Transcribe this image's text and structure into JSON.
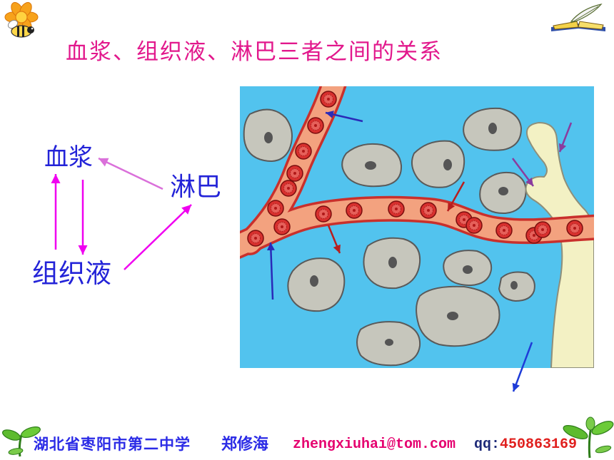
{
  "slide": {
    "title": "血浆、组织液、淋巴三者之间的关系",
    "icons": {
      "top_left": "flower-bee-icon",
      "top_right": "quill-book-icon",
      "footer": "sprout-icon"
    }
  },
  "relation_diagram": {
    "plasma": "血浆",
    "lymph": "淋巴",
    "tissue_fluid": "组织液"
  },
  "footer": {
    "school": "湖北省枣阳市第二中学",
    "author": "郑修海",
    "email": "zhengxiuhai@tom.com",
    "qq_label": "qq:",
    "qq_number": "450863169"
  },
  "colors": {
    "title": "#E2188C",
    "diagram_label": "#2323D8",
    "diagram_arrow": "#F000F0",
    "illustration_background": "#52C3EE",
    "capillary": "#F3A27F",
    "red_blood_cell": "#D8302E",
    "lymph_vessel": "#F3F1C4",
    "tissue_cell": "#C6C6BC",
    "footer_text": "#2B2BE6",
    "email": "#E5006F",
    "qq_number": "#E0201E"
  }
}
